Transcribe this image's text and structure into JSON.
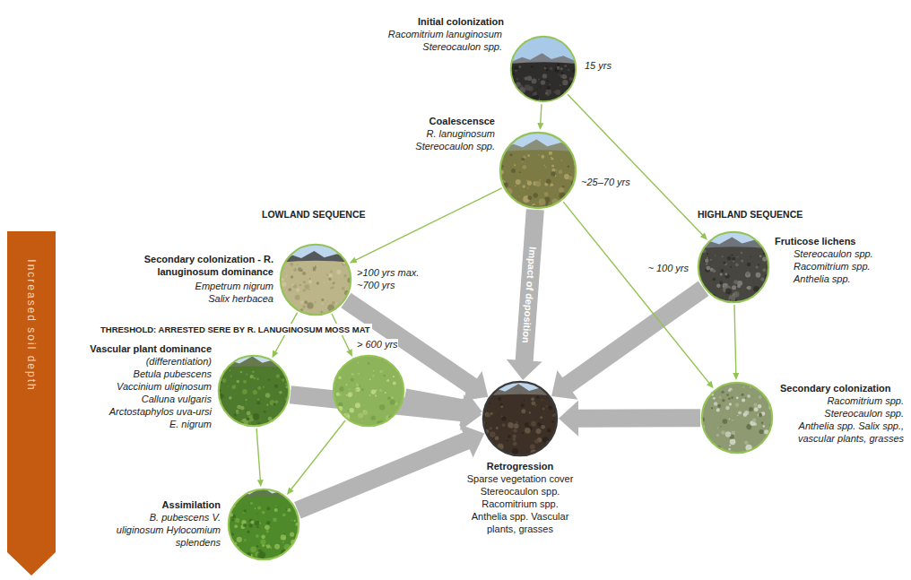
{
  "diagram": {
    "nodes": [
      {
        "text": [
          "Initial colonization",
          "Racomitrium lanuginosum Stereocaulon spp.",
          "15 yrs"
        ]
      },
      {
        "text": [
          "Coalescensce",
          "R. lanuginosum Stereocaulon spp.",
          "~25–70 yrs"
        ]
      },
      {
        "text": [
          "Secondary colonization - R. lanuginosum dominance",
          "Empetrum nigrum Salix herbacea",
          ">100 yrs max. ~700 yrs"
        ]
      },
      {
        "text": [
          "Fruticose lichens",
          "Stereocaulon spp. Racomitrium spp. Anthelia spp.",
          "~ 100 yrs"
        ]
      },
      {
        "text": [
          "Vascular plant dominance",
          "(differentiation)",
          "Betula pubescens Vaccinium uliginosum Calluna vulgaris Arctostaphylos uva-ursi E. nigrum"
        ]
      },
      {
        "text": []
      },
      {
        "text": [
          "Secondary colonization",
          "Racomitrium spp. Stereocaulon spp. Anthelia spp. Salix spp., vascular plants, grasses"
        ]
      },
      {
        "text": [
          "Retrogression",
          "Sparse vegetation cover Stereocaulon spp. Racomitrium spp. Anthelia spp. Vascular plants, grasses"
        ]
      },
      {
        "text": [
          "Assimilation",
          "B. pubescens V. uliginosum Hylocomium splendens"
        ]
      },
      {
        "text": [
          "Increased soil depth"
        ]
      }
    ],
    "edges": [
      {
        "from": 0,
        "to": 1,
        "arrow": "to"
      },
      {
        "from": 0,
        "to": 3,
        "arrow": "to"
      },
      {
        "from": 1,
        "to": 2,
        "arrow": "to"
      },
      {
        "from": 1,
        "to": 6,
        "arrow": "to"
      },
      {
        "from": 3,
        "to": 6,
        "arrow": "to"
      },
      {
        "from": 2,
        "to": 4,
        "arrow": "to"
      },
      {
        "from": 2,
        "to": 5,
        "label": "> 600 yrs",
        "arrow": "to"
      },
      {
        "from": 4,
        "to": 8,
        "arrow": "to"
      },
      {
        "from": 5,
        "to": 8,
        "arrow": "to"
      },
      {
        "from": 1,
        "to": 7,
        "label": "Impact of deposition",
        "arrow": "to"
      },
      {
        "from": 2,
        "to": 7,
        "arrow": "to"
      },
      {
        "from": 3,
        "to": 7,
        "arrow": "to"
      },
      {
        "from": 4,
        "to": 7,
        "arrow": "to"
      },
      {
        "from": 5,
        "to": 7,
        "arrow": "to"
      },
      {
        "from": 8,
        "to": 7,
        "arrow": "to"
      },
      {
        "from": 6,
        "to": 7,
        "arrow": "to"
      }
    ],
    "labels": [
      "LOWLAND SEQUENCE",
      "HIGHLAND SEQUENCE",
      "THRESHOLD: ARRESTED SERE BY R. LANUGINOSUM MOSS MAT"
    ]
  }
}
